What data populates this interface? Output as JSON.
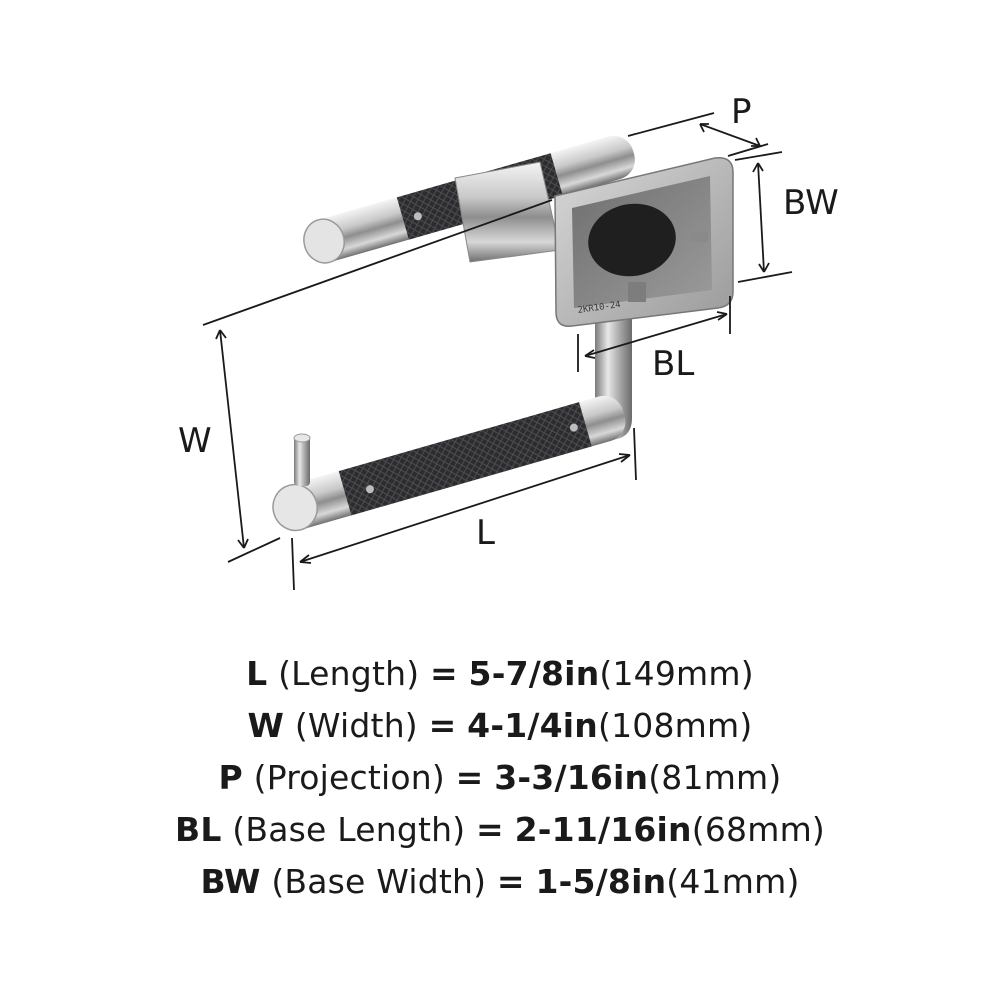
{
  "diagram": {
    "labels": {
      "P": "P",
      "BW": "BW",
      "W": "W",
      "BL": "BL",
      "L": "L"
    },
    "base_marking": "2KR10-24"
  },
  "specs": [
    {
      "code": "L",
      "desc": "(Length)",
      "eq": "=",
      "imperial": "5-7/8in",
      "metric": "(149mm)"
    },
    {
      "code": "W",
      "desc": "(Width)",
      "eq": "=",
      "imperial": "4-1/4in",
      "metric": "(108mm)"
    },
    {
      "code": "P",
      "desc": "(Projection)",
      "eq": "=",
      "imperial": "3-3/16in",
      "metric": "(81mm)"
    },
    {
      "code": "BL",
      "desc": "(Base Length)",
      "eq": "=",
      "imperial": "2-11/16in",
      "metric": "(68mm)"
    },
    {
      "code": "BW",
      "desc": "(Base Width)",
      "eq": "=",
      "imperial": "1-5/8in",
      "metric": "(41mm)"
    }
  ]
}
